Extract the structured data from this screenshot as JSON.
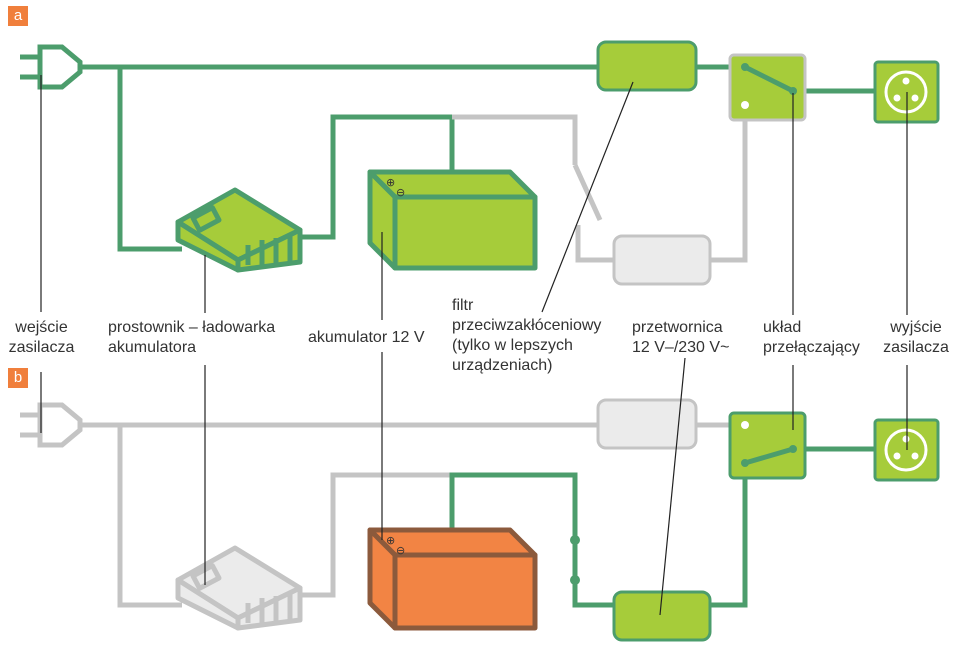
{
  "panels": [
    {
      "badge": "a"
    },
    {
      "badge": "b"
    }
  ],
  "labels": {
    "input": "wejście\nzasilacza",
    "charger": "prostownik – ładowarka\nakumulatora",
    "battery": "akumulator 12 V",
    "filter": "filtr\nprzeciwzakłóceniowy\n(tylko w lepszych\nurządzeniach)",
    "inverter": "przetwornica\n12 V–/230 V~",
    "switch": "układ\nprzełączający",
    "output": "wyjście\nzasilacza"
  },
  "colors": {
    "active_line": "#4c9d6c",
    "inactive_line": "#c4c4c4",
    "component_fill": "#a6cc3a",
    "component_stroke": "#4c9d6c",
    "inactive_fill": "#ebebeb",
    "inactive_stroke": "#c4c4c4",
    "battery_b_fill": "#f28444",
    "battery_b_stroke": "#8c5a3c",
    "badge": "#f07f3c"
  },
  "icons": [
    "plug-icon",
    "charger-icon",
    "battery-icon",
    "filter-icon",
    "inverter-icon",
    "switch-icon",
    "socket-icon"
  ]
}
